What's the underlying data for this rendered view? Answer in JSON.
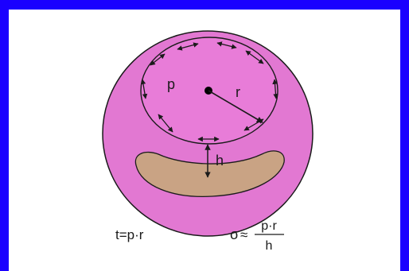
{
  "colors": {
    "background": "#1a00ff",
    "panel": "#ffffff",
    "outer_disc": "#e278d2",
    "inner_fill": "#e87cd8",
    "bean": "#c9a384",
    "ink": "#1a1a1a"
  },
  "diagram": {
    "labels": {
      "pressure": "p",
      "radius": "r",
      "thickness": "h"
    },
    "formulas": {
      "tension": "t=p·r",
      "stress_symbol": "σ",
      "stress_approx": "≈",
      "stress_numerator": "p·r",
      "stress_denominator": "h"
    }
  }
}
